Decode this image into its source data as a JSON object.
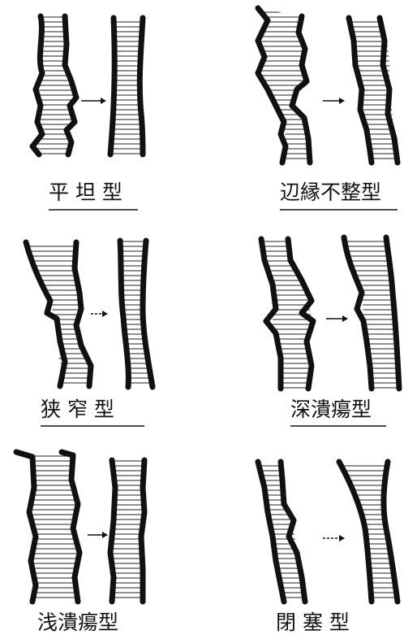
{
  "panels": [
    {
      "id": "flat",
      "label": "平 坦 型",
      "underlined": true
    },
    {
      "id": "irregular",
      "label": "辺縁不整型",
      "underlined": true
    },
    {
      "id": "stenotic",
      "label": "狭 窄 型",
      "underlined": true
    },
    {
      "id": "deep-ulcer",
      "label": "深潰瘍型",
      "underlined": true
    },
    {
      "id": "shallow-ulcer",
      "label": "浅潰瘍型",
      "underlined": false
    },
    {
      "id": "occlusive",
      "label": "閉 塞 型",
      "underlined": false
    }
  ]
}
